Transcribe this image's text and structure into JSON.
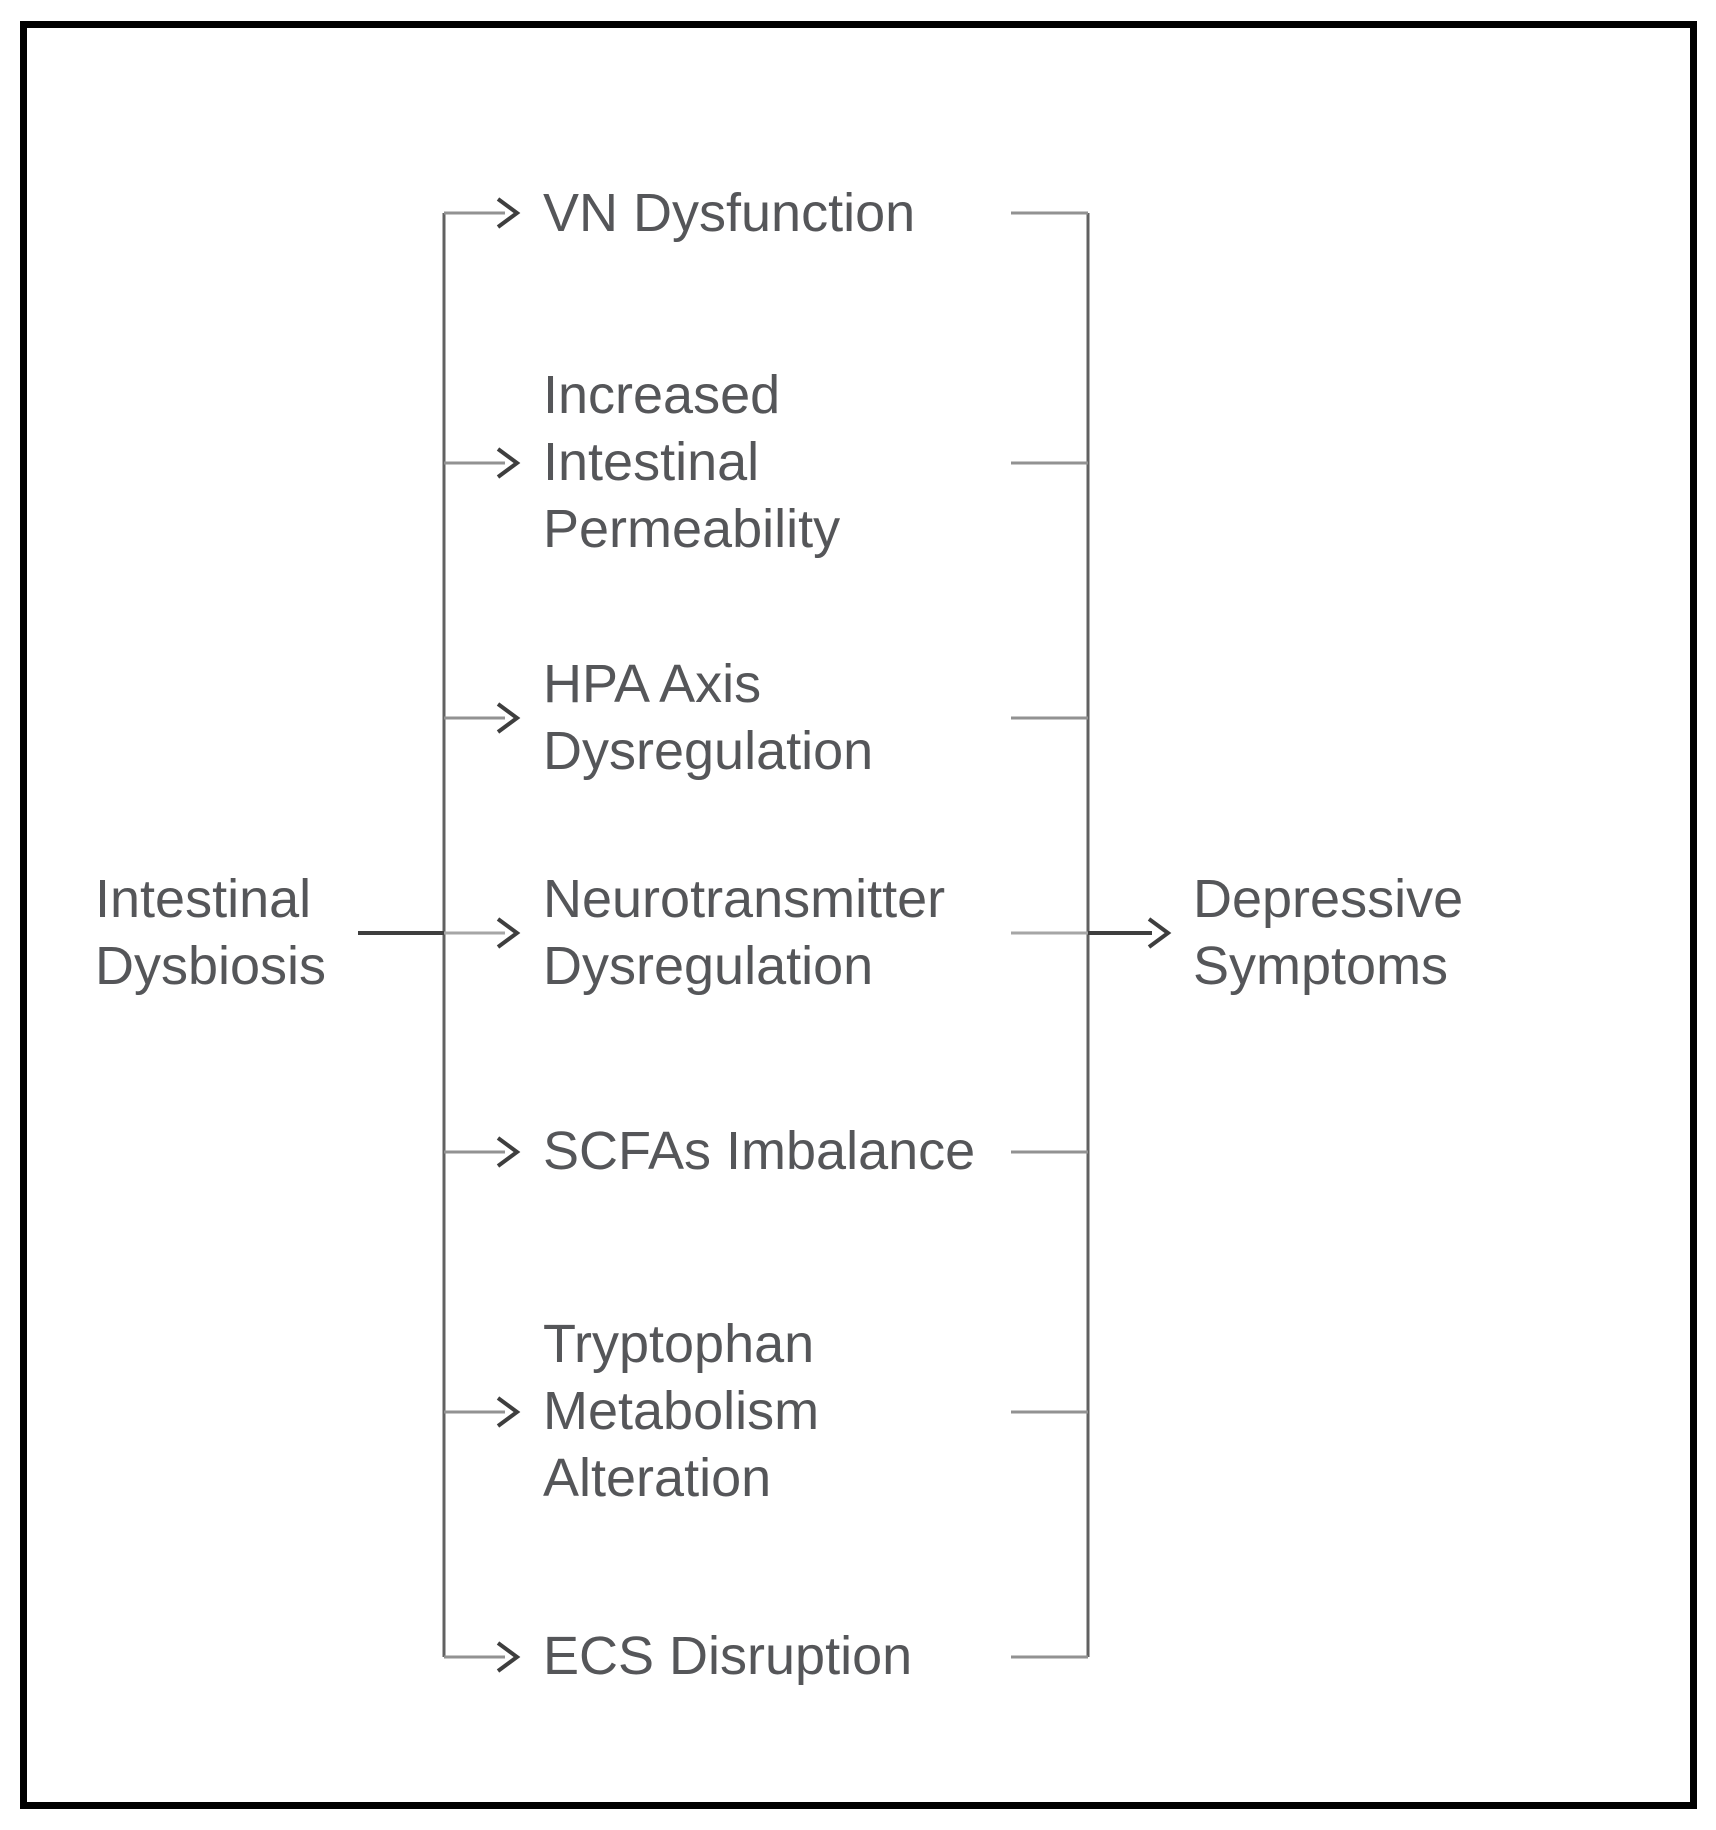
{
  "colors": {
    "background": "#ffffff",
    "border": "#000000",
    "text": "#555659",
    "rail_gray": "#616161",
    "branch_gray": "#929292",
    "arrow_dark": "#3e3e3e"
  },
  "diagram": {
    "source": {
      "label": "Intestinal\nDysbiosis"
    },
    "target": {
      "label": "Depressive\nSymptoms"
    },
    "mediators": [
      {
        "label": "VN Dysfunction"
      },
      {
        "label": "Increased\nIntestinal\nPermeability"
      },
      {
        "label": "HPA Axis\nDysregulation"
      },
      {
        "label": "Neurotransmitter\nDysregulation"
      },
      {
        "label": "SCFAs Imbalance"
      },
      {
        "label": "Tryptophan\nMetabolism\nAlteration"
      },
      {
        "label": "ECS Disruption"
      }
    ]
  }
}
